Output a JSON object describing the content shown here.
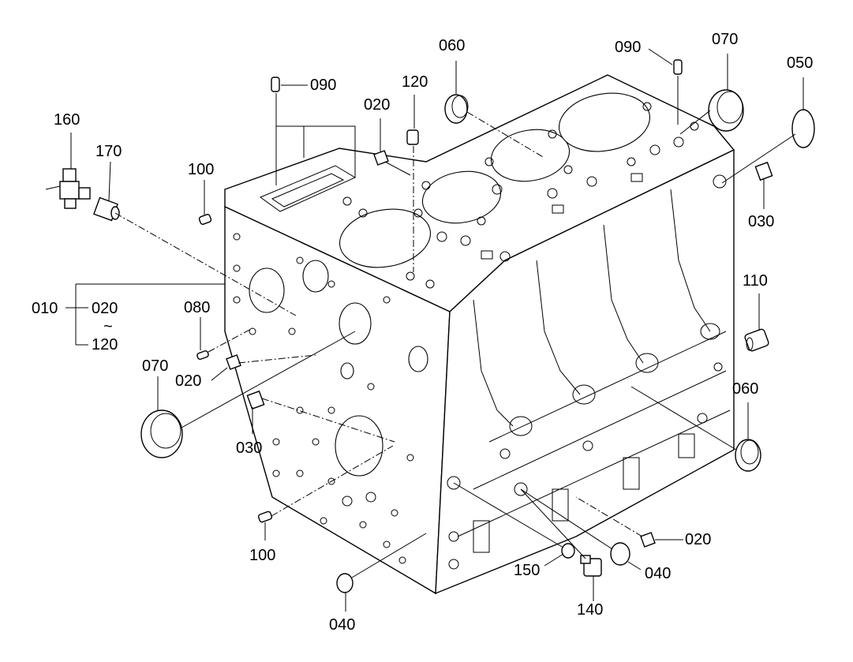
{
  "diagram": {
    "callouts": {
      "c010": "010",
      "c020_range_start": "020",
      "c_range_tilde": "~",
      "c120_range_end": "120",
      "c020_top": "020",
      "c020_left": "020",
      "c020_bottom_right": "020",
      "c030_left": "030",
      "c030_right": "030",
      "c040_bottom": "040",
      "c040_right": "040",
      "c050": "050",
      "c060_top": "060",
      "c060_right": "060",
      "c070_top": "070",
      "c070_left": "070",
      "c080": "080",
      "c090_top_left": "090",
      "c090_top_right": "090",
      "c100_top": "100",
      "c100_bottom": "100",
      "c110": "110",
      "c120_top": "120",
      "c140": "140",
      "c150": "150",
      "c160": "160",
      "c170": "170"
    }
  }
}
